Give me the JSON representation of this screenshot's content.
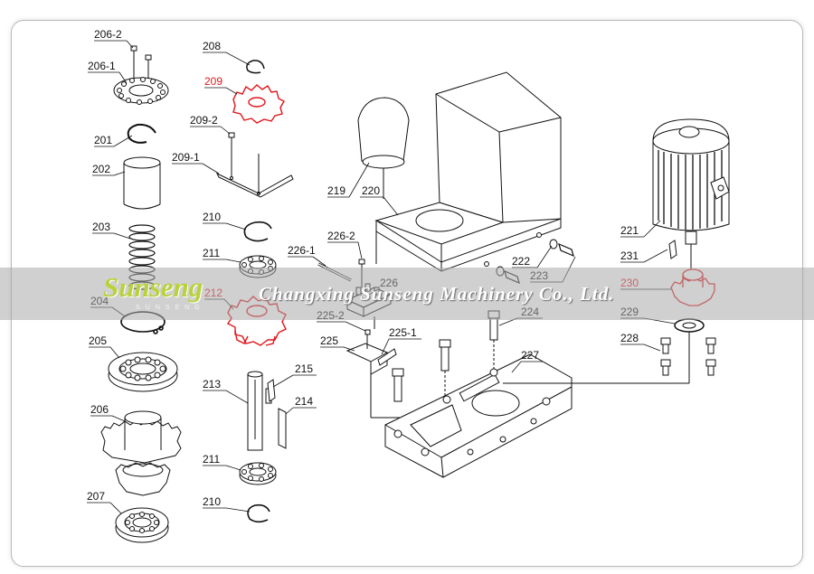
{
  "diagram": {
    "parts": [
      {
        "id": "p206_2",
        "label": "206-2",
        "highlight": false
      },
      {
        "id": "p206_1",
        "label": "206-1",
        "highlight": false
      },
      {
        "id": "p201",
        "label": "201",
        "highlight": false
      },
      {
        "id": "p202",
        "label": "202",
        "highlight": false
      },
      {
        "id": "p203",
        "label": "203",
        "highlight": false
      },
      {
        "id": "p204",
        "label": "204",
        "highlight": false
      },
      {
        "id": "p205",
        "label": "205",
        "highlight": false
      },
      {
        "id": "p206",
        "label": "206",
        "highlight": false
      },
      {
        "id": "p207",
        "label": "207",
        "highlight": false
      },
      {
        "id": "p208",
        "label": "208",
        "highlight": false
      },
      {
        "id": "p209",
        "label": "209",
        "highlight": true
      },
      {
        "id": "p209_2",
        "label": "209-2",
        "highlight": false
      },
      {
        "id": "p209_1",
        "label": "209-1",
        "highlight": false
      },
      {
        "id": "p210a",
        "label": "210",
        "highlight": false
      },
      {
        "id": "p211a",
        "label": "211",
        "highlight": false
      },
      {
        "id": "p212",
        "label": "212",
        "highlight": true
      },
      {
        "id": "p213",
        "label": "213",
        "highlight": false
      },
      {
        "id": "p215",
        "label": "215",
        "highlight": false
      },
      {
        "id": "p214",
        "label": "214",
        "highlight": false
      },
      {
        "id": "p211b",
        "label": "211",
        "highlight": false
      },
      {
        "id": "p210b",
        "label": "210",
        "highlight": false
      },
      {
        "id": "p219",
        "label": "219",
        "highlight": false
      },
      {
        "id": "p220",
        "label": "220",
        "highlight": false
      },
      {
        "id": "p226_2",
        "label": "226-2",
        "highlight": false
      },
      {
        "id": "p226_1",
        "label": "226-1",
        "highlight": false
      },
      {
        "id": "p226",
        "label": "226",
        "highlight": false
      },
      {
        "id": "p225_2",
        "label": "225-2",
        "highlight": false
      },
      {
        "id": "p225",
        "label": "225",
        "highlight": false
      },
      {
        "id": "p225_1",
        "label": "225-1",
        "highlight": false
      },
      {
        "id": "p224",
        "label": "224",
        "highlight": false
      },
      {
        "id": "p227",
        "label": "227",
        "highlight": false
      },
      {
        "id": "p222",
        "label": "222",
        "highlight": false
      },
      {
        "id": "p223",
        "label": "223",
        "highlight": false
      },
      {
        "id": "p221",
        "label": "221",
        "highlight": false
      },
      {
        "id": "p231",
        "label": "231",
        "highlight": false
      },
      {
        "id": "p230",
        "label": "230",
        "highlight": true
      },
      {
        "id": "p229",
        "label": "229",
        "highlight": false
      },
      {
        "id": "p228",
        "label": "228",
        "highlight": false
      }
    ],
    "colors": {
      "highlight": "#e0161b",
      "line": "#111111",
      "frame": "#b9b9b9"
    }
  },
  "watermark": {
    "brand": "Sunseng",
    "brand_sub": "SUNSENG",
    "company": "Changxing Sunseng Machinery Co., Ltd."
  }
}
